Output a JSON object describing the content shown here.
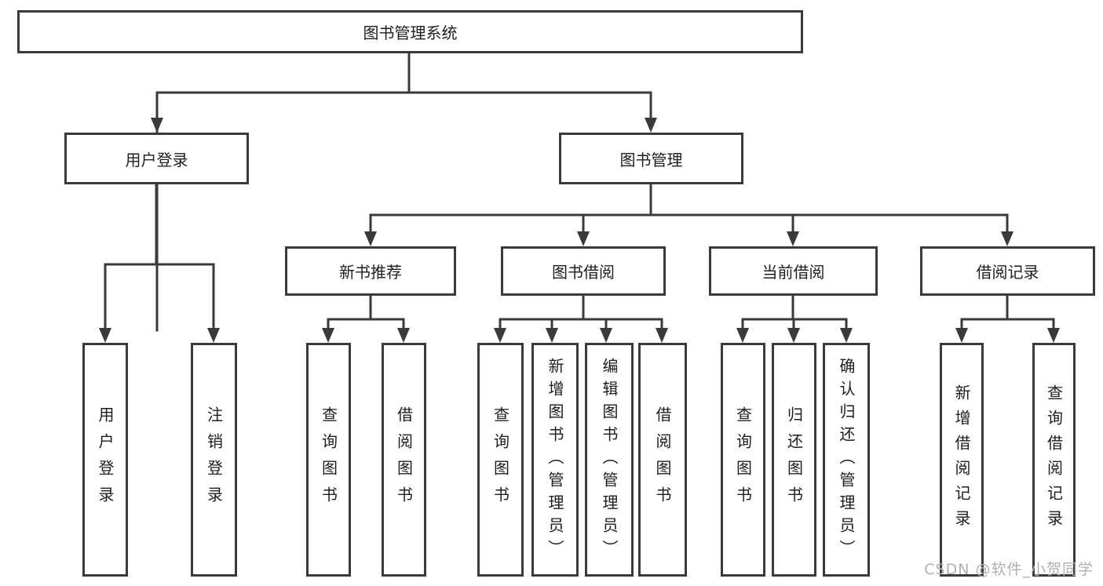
{
  "diagram_title": "图书管理系统",
  "nodes": {
    "root": "图书管理系统",
    "level1": {
      "user_login": "用户登录",
      "book_mgmt": "图书管理"
    },
    "level2": {
      "new_book": "新书推荐",
      "book_borrow": "图书借阅",
      "current_borrow": "当前借阅",
      "borrow_record": "借阅记录"
    },
    "leaves": {
      "user_login": "用户登录",
      "logout": "注销登录",
      "nb_query": "查询图书",
      "nb_borrow": "借阅图书",
      "bb_query": "查询图书",
      "bb_add": "新增图书（管理员）",
      "bb_edit": "编辑图书（管理员）",
      "bb_borrow": "借阅图书",
      "cb_query": "查询图书",
      "cb_return": "归还图书",
      "cb_confirm": "确认归还（管理员）",
      "br_add": "新增借阅记录",
      "br_query": "查询借阅记录"
    }
  },
  "watermark": "CSDN @软件_小贺同学",
  "colors": {
    "line": "#3a3a3a",
    "text": "#1e1e1e",
    "watermark": "#b4aeae",
    "background": "#ffffff"
  }
}
